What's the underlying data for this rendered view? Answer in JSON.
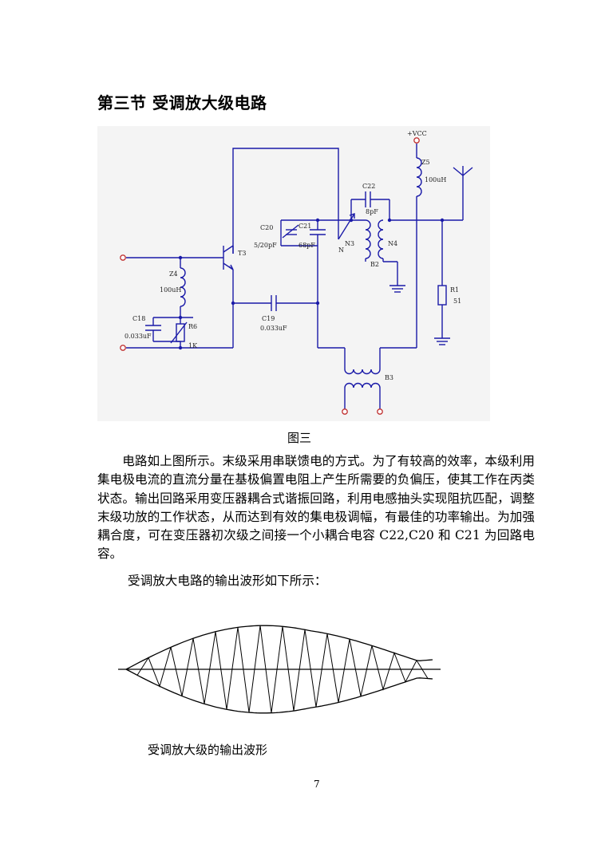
{
  "heading": "第三节  受调放大级电路",
  "figure1": {
    "caption": "图三",
    "labels": {
      "vcc": "+VCC",
      "z5": "Z5",
      "z5_val": "100uH",
      "c22": "C22",
      "c22_val": "8pF",
      "c20": "C20",
      "c20_val": "5/20pF",
      "c21": "C21",
      "c21_val": "68pF",
      "t3": "T3",
      "n": "N",
      "n3": "N3",
      "n4": "N4",
      "b2": "B2",
      "z4": "Z4",
      "z4_val": "100uH",
      "c18": "C18",
      "c18_val": "0.033uF",
      "r6": "R6",
      "r6_val": "1K",
      "c19": "C19",
      "c19_val": "0.033uF",
      "r1": "R1",
      "r1_val": "51",
      "b3": "B3"
    }
  },
  "paragraph": "电路如上图所示。末级采用串联馈电的方式。为了有较高的效率，本级利用集电极电流的直流分量在基极偏置电阻上产生所需要的负偏压，使其工作在丙类状态。输出回路采用变压器耦合式谐振回路，利用电感抽头实现阻抗匹配，调整末级功放的工作状态，从而达到有效的集电极调幅，有最佳的功率输出。为加强耦合度，可在变压器初次级之间接一个小耦合电容 C22,C20 和 C21 为回路电容。",
  "intro": "受调放大电路的输出波形如下所示：",
  "figure2": {
    "caption": "受调放大级的输出波形"
  },
  "page_number": "7"
}
